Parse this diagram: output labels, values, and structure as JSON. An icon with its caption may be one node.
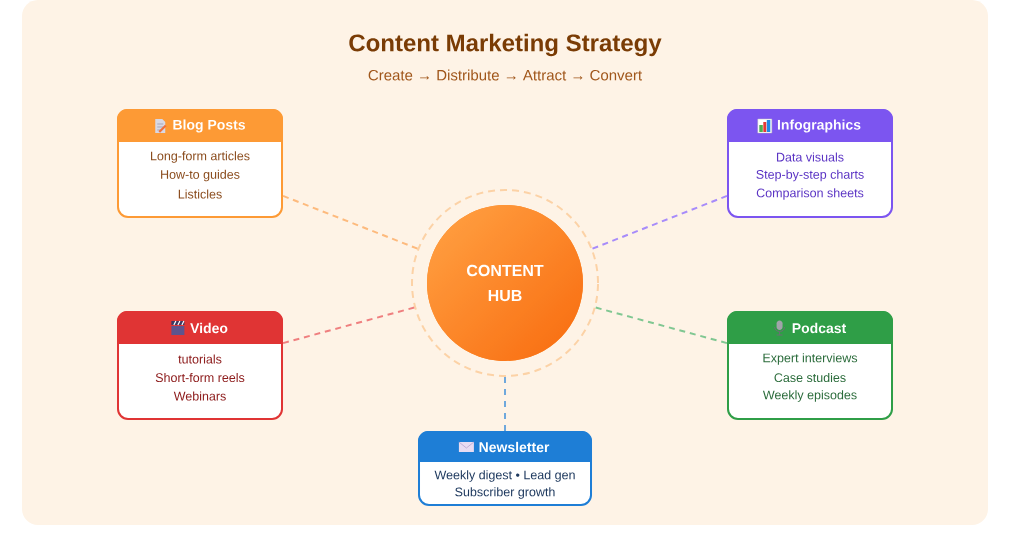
{
  "diagram": {
    "title": "Content Marketing Strategy",
    "nodes": [
      {
        "text": [
          "CONTENT HUB"
        ]
      },
      {
        "text": [
          "Blog Posts",
          "Long-form articles",
          "How-to guides",
          "Listicles"
        ]
      },
      {
        "text": [
          "Infographics",
          "Data visuals",
          "Step-by-step charts",
          "Comparison sheets"
        ]
      },
      {
        "text": [
          "Video",
          "tutorials",
          "Short-form reels",
          "Webinars"
        ]
      },
      {
        "text": [
          "Podcast",
          "Expert interviews",
          "Case studies",
          "Weekly episodes"
        ]
      },
      {
        "text": [
          "Newsletter",
          "Weekly digest • Lead gen",
          "Subscriber growth"
        ]
      }
    ],
    "edges": [
      {
        "from": 0,
        "to": 1,
        "arrow": "none",
        "style": "dashed",
        "color": "#fdba7d"
      },
      {
        "from": 0,
        "to": 2,
        "arrow": "none",
        "style": "dashed",
        "color": "#a78bfa"
      },
      {
        "from": 0,
        "to": 3,
        "arrow": "none",
        "style": "dashed",
        "color": "#ef7f7f"
      },
      {
        "from": 0,
        "to": 4,
        "arrow": "none",
        "style": "dashed",
        "color": "#80c792"
      },
      {
        "from": 0,
        "to": 5,
        "arrow": "none",
        "style": "dashed",
        "color": "#6fa8dc"
      }
    ],
    "labels": [
      "Create → Distribute → Attract → Convert"
    ]
  }
}
